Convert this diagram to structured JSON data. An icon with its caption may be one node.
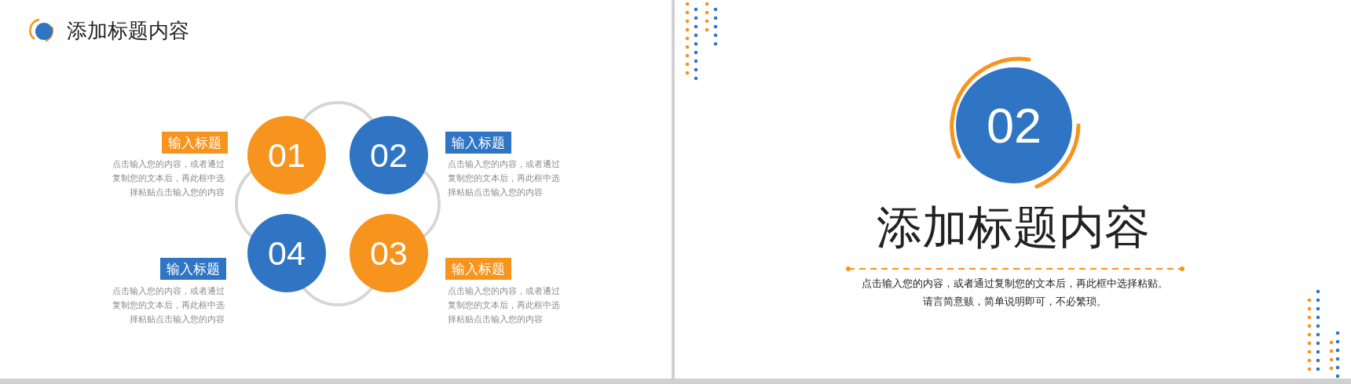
{
  "diagram": {
    "title": "添加标题内容",
    "nodes": [
      {
        "text": [
          "01"
        ]
      },
      {
        "text": [
          "02"
        ]
      },
      {
        "text": [
          "03"
        ]
      },
      {
        "text": [
          "04"
        ]
      },
      {
        "text": [
          "输入标题"
        ],
        "beside": [
          "点击输入您的内容，或者通过复制您的文本后，再此框中选择粘贴点击输入您的内容"
        ]
      },
      {
        "text": [
          "输入标题"
        ],
        "beside": [
          "点击输入您的内容，或者通过复制您的文本后，再此框中选择粘贴点击输入您的内容"
        ]
      },
      {
        "text": [
          "输入标题"
        ],
        "beside": [
          "点击输入您的内容，或者通过复制您的文本后，再此框中选择粘贴点击输入您的内容"
        ]
      },
      {
        "text": [
          "输入标题"
        ],
        "beside": [
          "点击输入您的内容，或者通过复制您的文本后，再此框中选择粘贴点击输入您的内容"
        ]
      },
      {
        "text": [
          "02"
        ]
      }
    ],
    "edges": [],
    "labels": [
      "添加标题内容",
      "点击输入您的内容，或者通过复制您的文本后，再此框中选择粘贴。请言简意赅，简单说明即可，不必繁琐。"
    ]
  }
}
